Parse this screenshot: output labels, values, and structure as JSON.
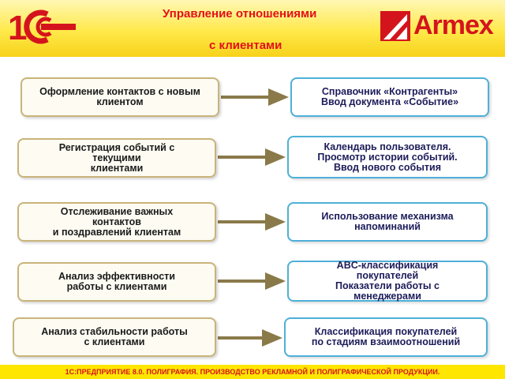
{
  "header": {
    "title_line1": "Управление отношениями",
    "title_line2": "с клиентами",
    "logo_left": "1С",
    "logo_right": "Armex"
  },
  "rows": [
    {
      "left_lines": [
        "Оформление контактов с новым",
        "клиентом"
      ],
      "right_lines": [
        "Справочник «Контрагенты»",
        "Ввод документа «Событие»"
      ]
    },
    {
      "left_lines": [
        "Регистрация  событий с",
        "текущими",
        "клиентами"
      ],
      "right_lines": [
        "Календарь пользователя.",
        "Просмотр истории событий.",
        "Ввод нового события"
      ]
    },
    {
      "left_lines": [
        "Отслеживание важных",
        "контактов",
        "и поздравлений клиентам"
      ],
      "right_lines": [
        "Использование механизма",
        "напоминаний"
      ]
    },
    {
      "left_lines": [
        "Анализ эффективности",
        "работы с клиентами"
      ],
      "right_lines": [
        "ABC-классификация",
        "покупателей",
        "Показатели работы с",
        "менеджерами"
      ]
    },
    {
      "left_lines": [
        "Анализ стабильности работы",
        "с клиентами"
      ],
      "right_lines": [
        "Классификация покупателей",
        "по стадиям взаимоотношений"
      ]
    }
  ],
  "footer": {
    "text": "1С:ПРЕДПРИЯТИЕ 8.0. ПОЛИГРАФИЯ. ПРОИЗВОДСТВО РЕКЛАМНОЙ И ПОЛИГРАФИЧЕСКОЙ ПРОДУКЦИИ."
  },
  "colors": {
    "header_yellow": "#ffe94a",
    "title_red": "#e2101a",
    "left_border": "#c9b47a",
    "right_border": "#4eb0d8",
    "arrow": "#8a7a4a"
  }
}
